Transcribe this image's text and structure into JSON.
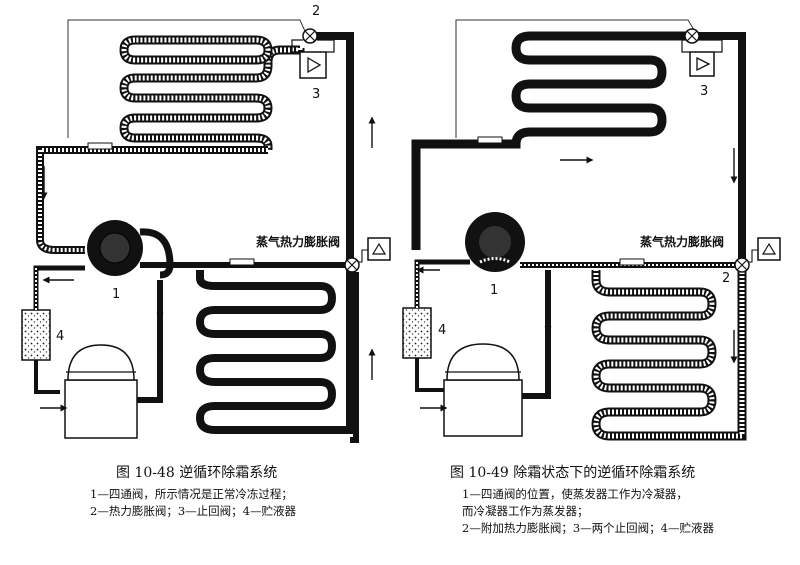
{
  "left_figure": {
    "labels": {
      "n1": "1",
      "n2": "2",
      "n3": "3",
      "n4": "4",
      "valve": "蒸气热力膨胀阀"
    },
    "caption": {
      "title": "图 10-48   逆循环除霜系统",
      "lines": [
        "1—四通阀，所示情况是正常冷冻过程；",
        "2—热力膨胀阀；3—止回阀；4—贮液器"
      ]
    }
  },
  "right_figure": {
    "labels": {
      "n1": "1",
      "n2": "2",
      "n3": "3",
      "n4": "4",
      "valve": "蒸气热力膨胀阀"
    },
    "caption": {
      "title": "图 10-49   除霜状态下的逆循环除霜系统",
      "lines": [
        "1—四通阀的位置，使蒸发器工作为冷凝器，",
        "   而冷凝器工作为蒸发器；",
        "2—附加热力膨胀阀；3—两个止回阀；4—贮液器"
      ]
    }
  }
}
